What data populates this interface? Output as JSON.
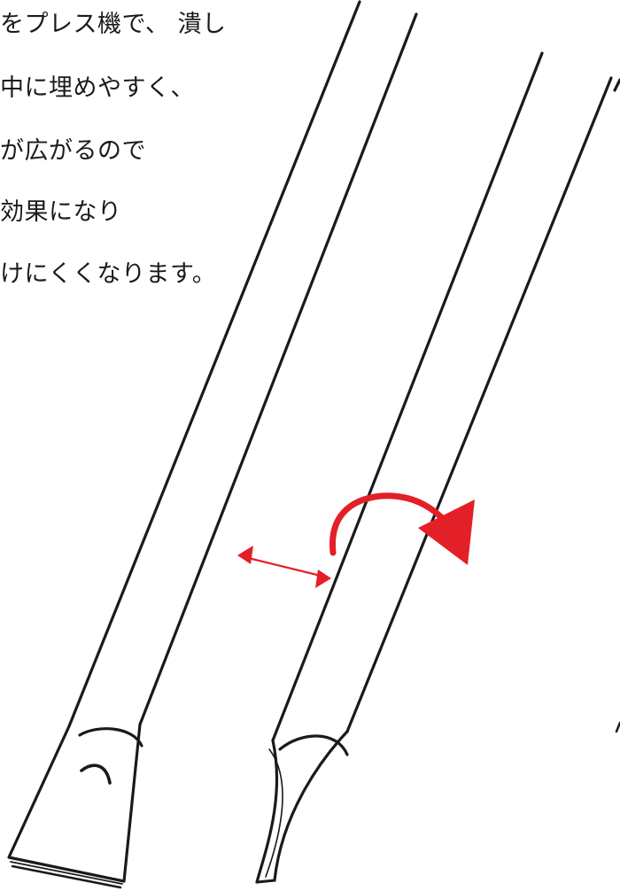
{
  "caption": {
    "lines": [
      "をプレス機で、 潰し",
      "中に埋めやすく、",
      "が広がるので",
      "効果になり",
      "けにくくなります。"
    ]
  },
  "colors": {
    "ink": "#1a1a1a",
    "accent": "#e32027"
  }
}
